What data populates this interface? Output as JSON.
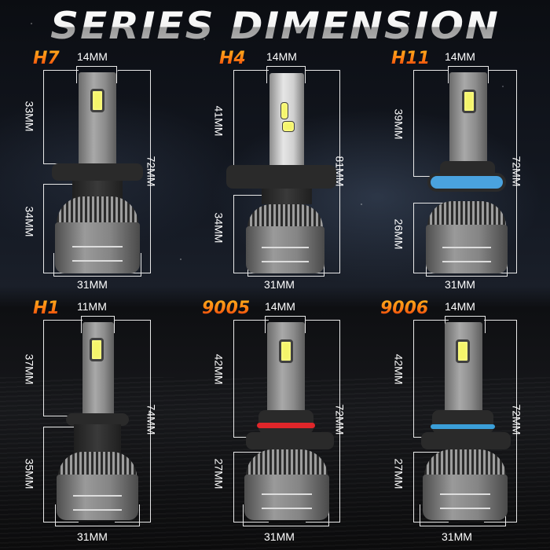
{
  "title": "SERIES DIMENSION",
  "colors": {
    "model_label_top": "#ffb21c",
    "model_label_bottom": "#d72a08",
    "dimension_text": "#ffffff",
    "h11_ring": "#4aa3df",
    "9005_ring": "#e0262a",
    "9006_ring": "#3b9fd8"
  },
  "bulbs": [
    {
      "model": "H7",
      "top_width": "14MM",
      "upper_height": "33MM",
      "lower_height": "34MM",
      "total_height": "72MM",
      "base_width": "31MM",
      "ring": "none"
    },
    {
      "model": "H4",
      "top_width": "14MM",
      "upper_height": "41MM",
      "lower_height": "34MM",
      "total_height": "81MM",
      "base_width": "31MM",
      "ring": "none"
    },
    {
      "model": "H11",
      "top_width": "14MM",
      "upper_height": "39MM",
      "lower_height": "26MM",
      "total_height": "72MM",
      "base_width": "31MM",
      "ring": "blue"
    },
    {
      "model": "H1",
      "top_width": "11MM",
      "upper_height": "37MM",
      "lower_height": "35MM",
      "total_height": "74MM",
      "base_width": "31MM",
      "ring": "none"
    },
    {
      "model": "9005",
      "top_width": "14MM",
      "upper_height": "42MM",
      "lower_height": "27MM",
      "total_height": "72MM",
      "base_width": "31MM",
      "ring": "red"
    },
    {
      "model": "9006",
      "top_width": "14MM",
      "upper_height": "42MM",
      "lower_height": "27MM",
      "total_height": "72MM",
      "base_width": "31MM",
      "ring": "blue"
    }
  ]
}
